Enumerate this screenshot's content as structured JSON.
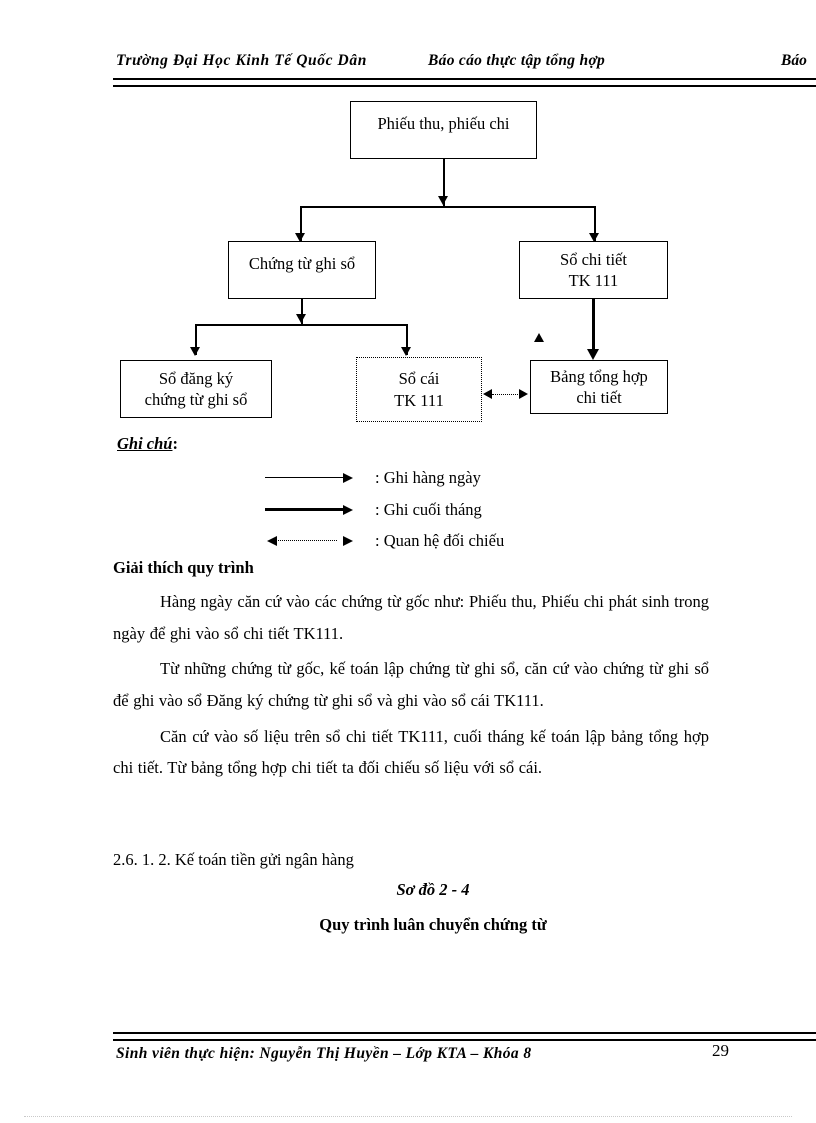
{
  "header": {
    "left": "Trường Đại Học  Kinh  Tế Quốc  Dân",
    "middle": "Báo cáo thực tập tổng hợp",
    "right": "Báo"
  },
  "flowchart": {
    "nodes": {
      "receipt_voucher": "Phiếu thu, phiếu chi",
      "record_voucher": "Chứng từ ghi sổ",
      "detail_book": "Sổ chi tiết\nTK 111",
      "register_book": "Sổ đăng ký\nchứng từ ghi sổ",
      "ledger": "Sổ cái\nTK 111",
      "summary_table": "Bảng tổng hợp\nchi tiết"
    },
    "nodes_lines": {
      "receipt_voucher": [
        "Phiếu thu, phiếu chi"
      ],
      "record_voucher": [
        "Chứng từ ghi sổ"
      ],
      "detail_book": [
        "Sổ chi tiết",
        "TK 111"
      ],
      "register_book": [
        "Sổ đăng ký",
        "chứng từ ghi sổ"
      ],
      "ledger": [
        "Sổ cái",
        "TK 111"
      ],
      "summary_table": [
        "Bảng tổng hợp",
        "chi tiết"
      ]
    }
  },
  "legend": {
    "title": "Ghi chú",
    "title_colon": ":",
    "items": [
      {
        "style": "thin-arrow",
        "label": ": Ghi hàng ngày"
      },
      {
        "style": "thick-arrow",
        "label": ": Ghi cuối tháng"
      },
      {
        "style": "dotted-double-arrow",
        "label": ": Quan hệ đối chiếu"
      }
    ]
  },
  "body": {
    "section_heading": "Giải thích quy trình",
    "paragraphs": [
      "Hàng ngày căn cứ vào các chứng từ gốc như: Phiếu thu, Phiếu chi phát sinh trong ngày để ghi vào sổ chi tiết TK111.",
      "Từ những chứng từ gốc, kế toán lập chứng từ ghi sổ, căn cứ vào chứng từ ghi sổ để ghi vào sổ Đăng ký chứng từ ghi sổ và ghi vào sổ cái TK111.",
      "Căn cứ vào số liệu trên sổ chi tiết TK111, cuối tháng kế toán lập bảng tổng hợp chi tiết. Từ bảng tổng hợp chi tiết ta đối chiếu số liệu với sổ cái."
    ],
    "subsection": "2.6. 1. 2. Kế toán tiền gửi ngân hàng",
    "figure_number": "Sơ đồ 2 - 4",
    "figure_title": "Quy trình luân chuyển chứng từ"
  },
  "footer": {
    "text": "Sinh viên thực hiện: Nguyễn  Thị Huyền  – Lớp KTA – Khóa  8",
    "page_number": "29"
  }
}
